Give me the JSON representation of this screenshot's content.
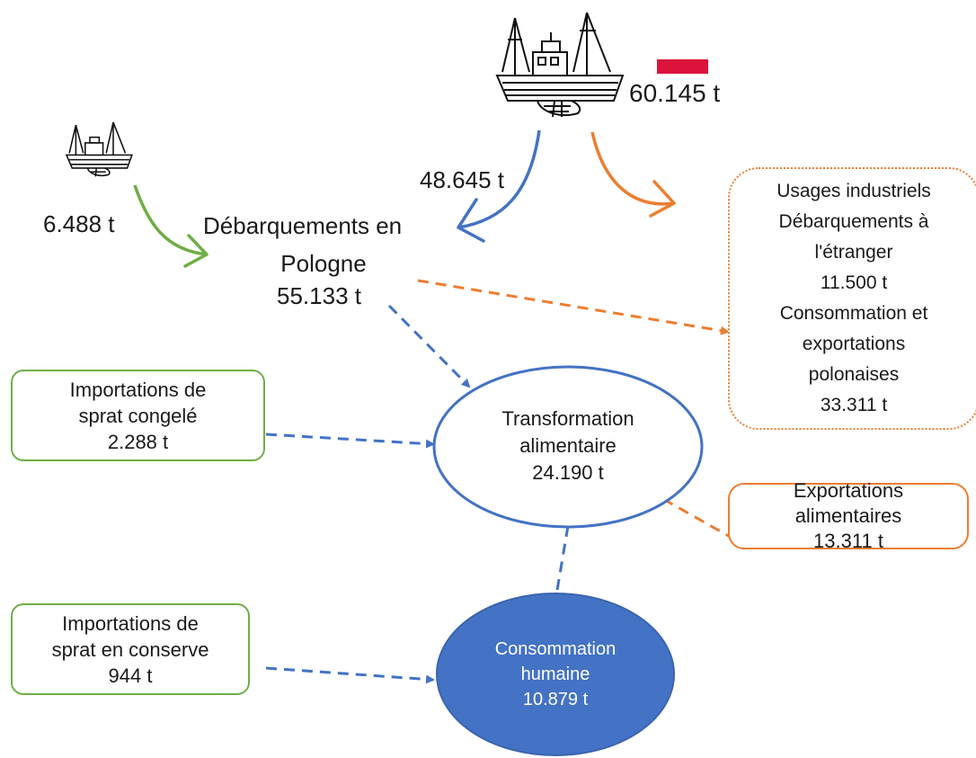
{
  "colors": {
    "blue": "#4472c4",
    "orange": "#ed7d31",
    "green": "#70ad47",
    "flag_red": "#dc143c",
    "consumption_fill": "#4472c4"
  },
  "icons": {
    "main_vessel": "fishing-boat-icon",
    "foreign_vessel": "fishing-boat-icon",
    "flag": "flag-icon"
  },
  "flows": {
    "total_catch": "60.145 t",
    "foreign_landings": "6.488 t",
    "polish_vessel_landings": "48.645 t"
  },
  "nodes": {
    "landings_poland": {
      "line1": "Débarquements en",
      "line2": "Pologne",
      "value": "55.133 t"
    },
    "industrial_uses": {
      "title": "Usages industriels",
      "line1": "Débarquements à",
      "line2": "l'étranger",
      "value1": "11.500 t",
      "line3": "Consommation et",
      "line4": "exportations",
      "line5": "polonaises",
      "value2": "33.311 t"
    },
    "frozen_imports": {
      "line1": "Importations de",
      "line2": "sprat congelé",
      "value": "2.288  t"
    },
    "food_processing": {
      "line1": "Transformation",
      "line2": "alimentaire",
      "value": "24.190 t"
    },
    "food_exports": {
      "line1": "Exportations",
      "line2": "alimentaires",
      "value": "13.311 t"
    },
    "canned_imports": {
      "line1": "Importations de",
      "line2": "sprat en conserve",
      "value": "944 t"
    },
    "human_consumption": {
      "line1": "Consommation",
      "line2": "humaine",
      "value": "10.879 t"
    }
  }
}
